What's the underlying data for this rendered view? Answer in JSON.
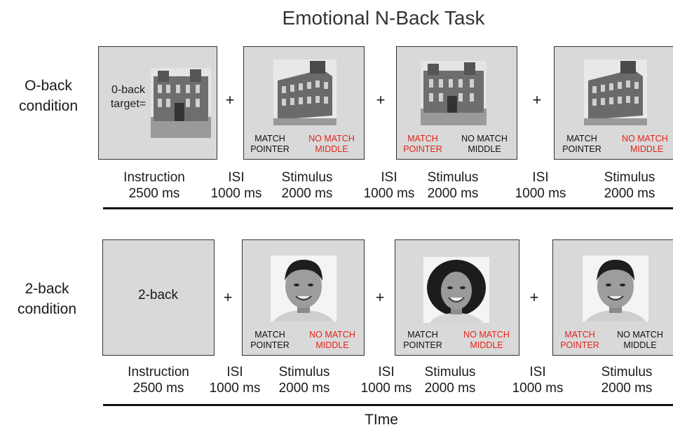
{
  "title": "Emotional N-Back Task",
  "time_label": "TIme",
  "rows": [
    {
      "condition_line1": "O-back",
      "condition_line2": "condition",
      "instruction_line1": "0-back",
      "instruction_line2": "target=",
      "labels": {
        "instruction": [
          "Instruction",
          "2500 ms"
        ],
        "isi": [
          "ISI",
          "1000 ms"
        ],
        "stimulus": [
          "Stimulus",
          "2000 ms"
        ]
      },
      "stimuli": [
        {
          "left_line1": "MATCH",
          "left_line2": "POINTER",
          "right_line1": "NO MATCH",
          "right_line2": "MIDDLE",
          "highlight": "right"
        },
        {
          "left_line1": "MATCH",
          "left_line2": "POINTER",
          "right_line1": "NO MATCH",
          "right_line2": "MIDDLE",
          "highlight": "left"
        },
        {
          "left_line1": "MATCH",
          "left_line2": "POINTER",
          "right_line1": "NO MATCH",
          "right_line2": "MIDDLE",
          "highlight": "right"
        }
      ]
    },
    {
      "condition_line1": "2-back",
      "condition_line2": "condition",
      "instruction_text": "2-back",
      "labels": {
        "instruction": [
          "Instruction",
          "2500 ms"
        ],
        "isi": [
          "ISI",
          "1000 ms"
        ],
        "stimulus": [
          "Stimulus",
          "2000 ms"
        ]
      },
      "stimuli": [
        {
          "left_line1": "MATCH",
          "left_line2": "POINTER",
          "right_line1": "NO MATCH",
          "right_line2": "MIDDLE",
          "highlight": "right"
        },
        {
          "left_line1": "MATCH",
          "left_line2": "POINTER",
          "right_line1": "NO MATCH",
          "right_line2": "MIDDLE",
          "highlight": "right"
        },
        {
          "left_line1": "MATCH",
          "left_line2": "POINTER",
          "right_line1": "NO MATCH",
          "right_line2": "MIDDLE",
          "highlight": "left"
        }
      ]
    }
  ],
  "plus_sign": "+",
  "colors": {
    "panel": "#d9d9d9",
    "highlight": "#e3241b",
    "text": "#111111"
  }
}
